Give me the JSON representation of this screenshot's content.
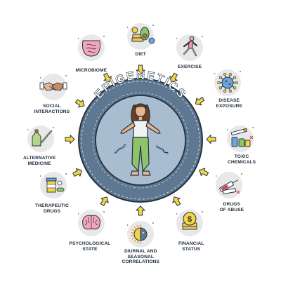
{
  "diagram": {
    "center_title": "EPIGENETICS",
    "colors": {
      "ring": "#5f7891",
      "ring_outline": "#22313f",
      "inner_disc": "#a9bdd0",
      "arrow": "#f5d341",
      "icon_bg": "#e8e8e8",
      "dna_blue": "#6fa3d6",
      "skin": "#e6b48d",
      "hair": "#6b3f22",
      "shirt": "#f2f2f2",
      "pants": "#8fc36a"
    },
    "factors": [
      {
        "name": "diet",
        "lines": [
          "DIET"
        ],
        "icon": "vegetables-weights-icon"
      },
      {
        "name": "exercise",
        "lines": [
          "EXERCISE"
        ],
        "icon": "runner-icon"
      },
      {
        "name": "disease-exposure",
        "lines": [
          "DISEASE",
          "EXPOSURE"
        ],
        "icon": "virus-icon"
      },
      {
        "name": "toxic-chemicals",
        "lines": [
          "TOXIC",
          "CHEMICALS"
        ],
        "icon": "cigarette-bottles-icon"
      },
      {
        "name": "drugs-of-abuse",
        "lines": [
          "DRUGS",
          "OF ABUSE"
        ],
        "icon": "syringe-icon"
      },
      {
        "name": "financial-status",
        "lines": [
          "FINANCIAL",
          "STATUS"
        ],
        "icon": "coins-icon"
      },
      {
        "name": "diurnal-seasonal",
        "lines": [
          "DIURNAL AND",
          "SEASONAL",
          "CORRELATIONS"
        ],
        "icon": "sun-moon-icon"
      },
      {
        "name": "psychological-state",
        "lines": [
          "PSYCHOLOGICAL",
          "STATE"
        ],
        "icon": "brain-icon"
      },
      {
        "name": "therapeutic-drugs",
        "lines": [
          "THERAPEUTIC",
          "DRUGS"
        ],
        "icon": "pill-bottle-icon"
      },
      {
        "name": "alternative-medicine",
        "lines": [
          "ALTERNATIVE",
          "MEDICINE"
        ],
        "icon": "herb-oil-icon"
      },
      {
        "name": "social-interactions",
        "lines": [
          "SOCIAL",
          "INTERACTIONS"
        ],
        "icon": "handshake-icon"
      },
      {
        "name": "microbiome",
        "lines": [
          "MICROBIOME"
        ],
        "icon": "intestine-icon"
      }
    ]
  }
}
